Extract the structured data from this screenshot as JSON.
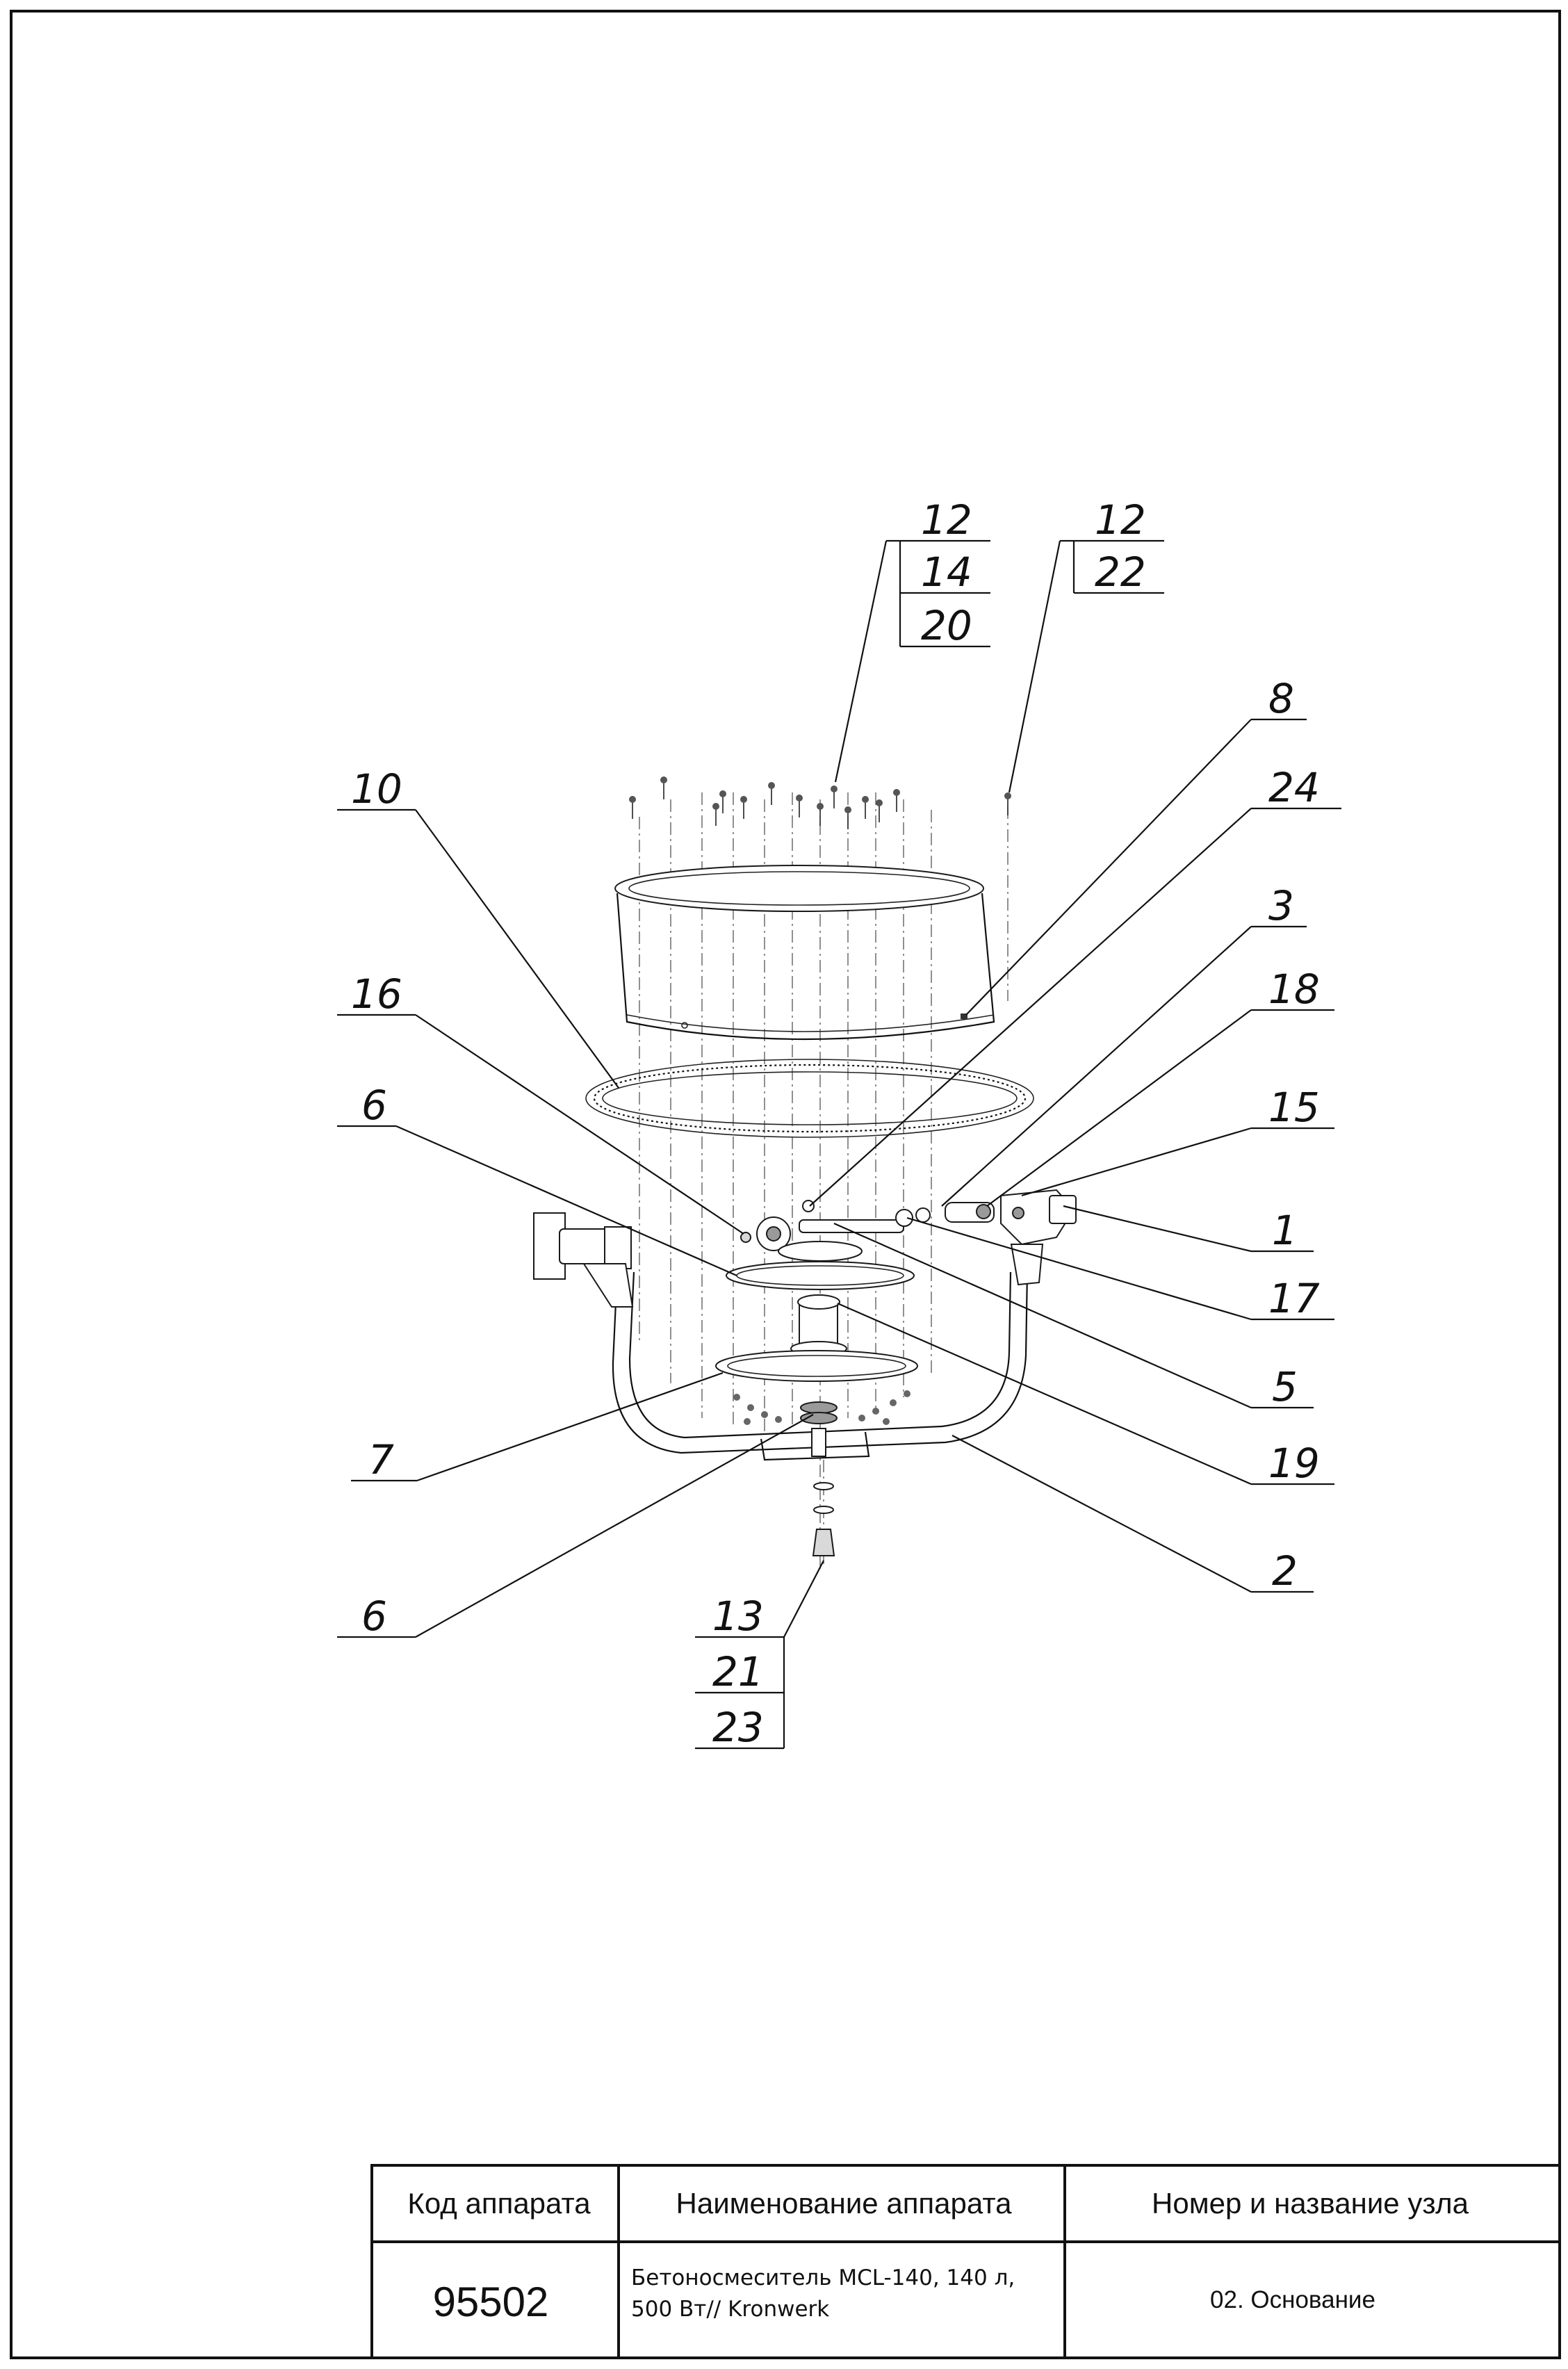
{
  "callouts": {
    "c12a": "12",
    "c14": "14",
    "c20": "20",
    "c12b": "12",
    "c22": "22",
    "c8": "8",
    "c24": "24",
    "c10": "10",
    "c3": "3",
    "c18": "18",
    "c16": "16",
    "c6a": "6",
    "c15": "15",
    "c1": "1",
    "c17": "17",
    "c5": "5",
    "c7": "7",
    "c19": "19",
    "c2": "2",
    "c6b": "6",
    "c13": "13",
    "c21": "21",
    "c23": "23"
  },
  "title_block": {
    "col1_header": "Код аппарата",
    "col2_header": "Наименование аппарата",
    "col3_header": "Номер и название узла",
    "code": "95502",
    "name_line1": "Бетоносмеситель MCL-140, 140 л,",
    "name_line2": "500 Вт// Kronwerk",
    "node": "02. Основание"
  }
}
